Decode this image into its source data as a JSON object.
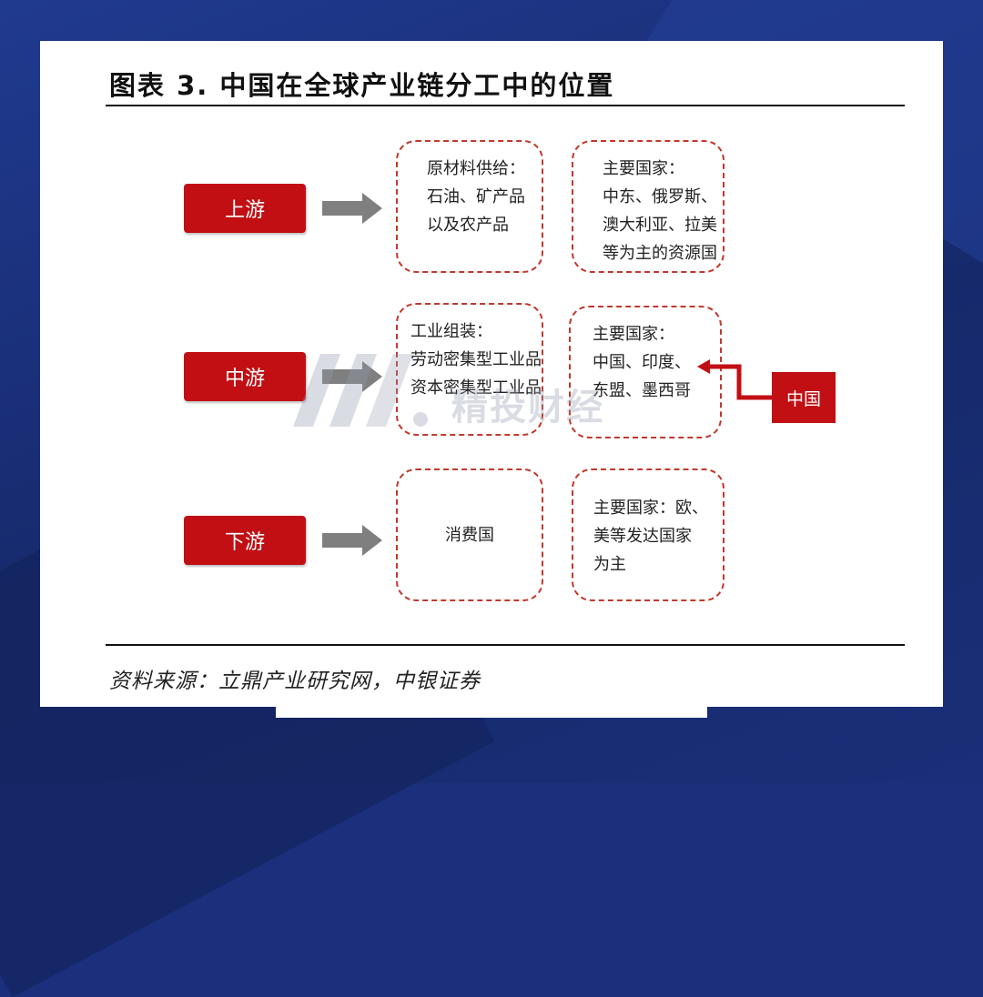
{
  "title": "图表 3. 中国在全球产业链分工中的位置",
  "stages": [
    {
      "label": "上游",
      "supply": [
        "原材料供给：",
        "石油、矿产品",
        "以及农产品"
      ],
      "countries": [
        "主要国家：",
        "中东、俄罗斯、",
        "澳大利亚、拉美",
        "等为主的资源国"
      ]
    },
    {
      "label": "中游",
      "supply": [
        "工业组装：",
        "劳动密集型工业品",
        "资本密集型工业品"
      ],
      "countries": [
        "主要国家：",
        "中国、印度、",
        "东盟、墨西哥"
      ]
    },
    {
      "label": "下游",
      "supply": [
        "消费国"
      ],
      "countries": [
        "主要国家：欧、",
        "美等发达国家",
        "为主"
      ]
    }
  ],
  "china_tag": "中国",
  "watermark": "精投财经",
  "source": "资料来源：立鼎产业研究网，中银证券",
  "colors": {
    "accent_red": "#c10f14",
    "dash_red": "#c0392b",
    "arrow_gray": "#7f7f7f",
    "background_blue": "#1b2f7c"
  }
}
